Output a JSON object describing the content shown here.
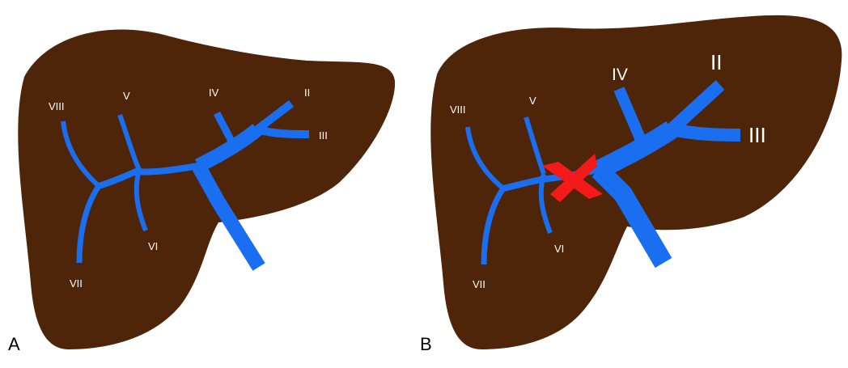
{
  "colors": {
    "liver": "#4f2509",
    "vein": "#1a6ef0",
    "occlusion_mark": "#f51a1a",
    "segment_label": "#ffffff",
    "panel_letter": "#000000"
  },
  "panels": [
    {
      "letter": "A",
      "segments": {
        "II": "II",
        "III": "III",
        "IV": "IV",
        "V": "V",
        "VI": "VI",
        "VII": "VII",
        "VIII": "VIII"
      },
      "occlusion": false
    },
    {
      "letter": "B",
      "segments": {
        "II": "II",
        "III": "III",
        "IV": "IV",
        "V": "V",
        "VI": "VI",
        "VII": "VII",
        "VIII": "VIII"
      },
      "occlusion": true,
      "occlusion_icon": "red-x-cross-icon"
    }
  ]
}
